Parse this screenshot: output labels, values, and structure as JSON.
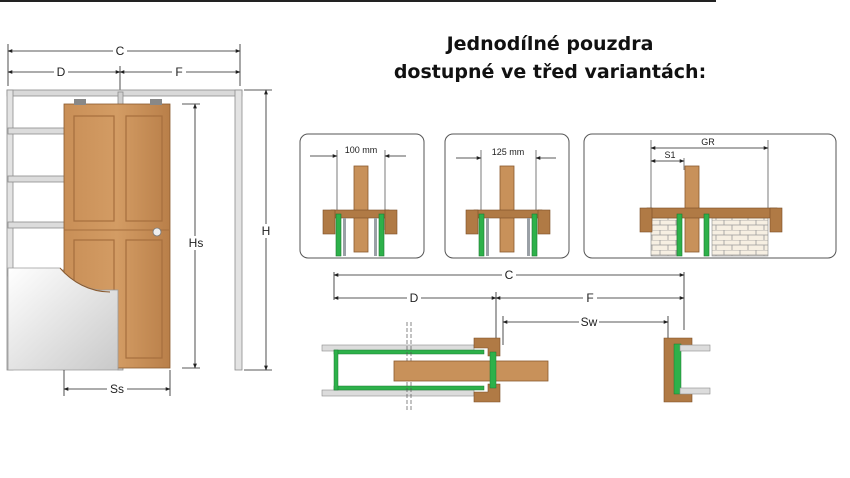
{
  "title": {
    "line1": "Jednodílné pouzdra",
    "line2": "dostupné ve třed variantách:"
  },
  "front_view": {
    "labels": {
      "c": "C",
      "d": "D",
      "f": "F",
      "hs": "Hs",
      "h": "H",
      "ss": "Ss"
    }
  },
  "variants": [
    {
      "label": "100 mm"
    },
    {
      "label": "125 mm"
    },
    {
      "label_s1": "S1",
      "label_gr": "GR"
    }
  ],
  "plan_view": {
    "labels": {
      "c": "C",
      "d": "D",
      "f": "F",
      "sw": "Sw"
    }
  },
  "colors": {
    "door_wood": "#c8915a",
    "door_wood_dark": "#a87243",
    "frame_green": "#2db14a",
    "metal_gray": "#9aa0a6",
    "wall_brick": "#f3ead9"
  }
}
